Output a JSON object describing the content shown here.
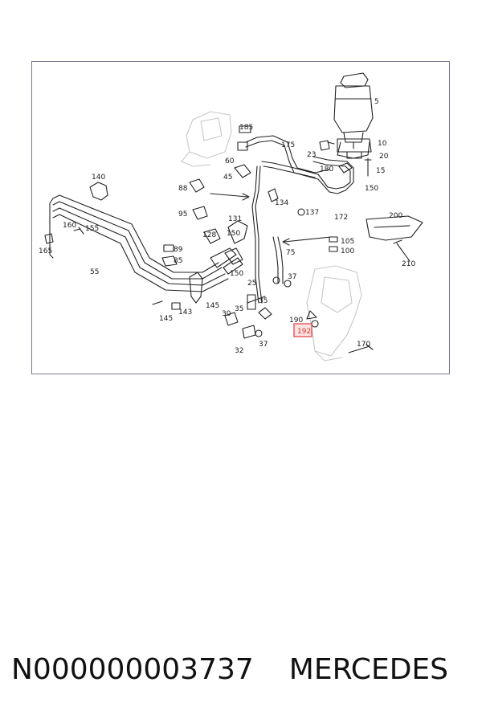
{
  "diagram": {
    "highlight_color": "#e03c3c",
    "highlighted_part": "192",
    "part_labels": {
      "5": "5",
      "185": "185",
      "175": "175",
      "23": "23",
      "10": "10",
      "20": "20",
      "60": "60",
      "180": "180",
      "15": "15",
      "140": "140",
      "45": "45",
      "88": "88",
      "134": "134",
      "150": "150",
      "95": "95",
      "137": "137",
      "172": "172",
      "131": "131",
      "200": "200",
      "160": "160",
      "155": "155",
      "165": "165",
      "128": "128",
      "89": "89",
      "85": "85",
      "105": "105",
      "100": "100",
      "210": "210",
      "75": "75",
      "55": "55",
      "37": "37",
      "25": "25",
      "145": "145",
      "143": "143",
      "35": "35",
      "30": "30",
      "190": "190",
      "192": "192",
      "32": "32",
      "170": "170"
    }
  },
  "footer": {
    "part_number": "N000000003737",
    "brand": "MERCEDES"
  }
}
